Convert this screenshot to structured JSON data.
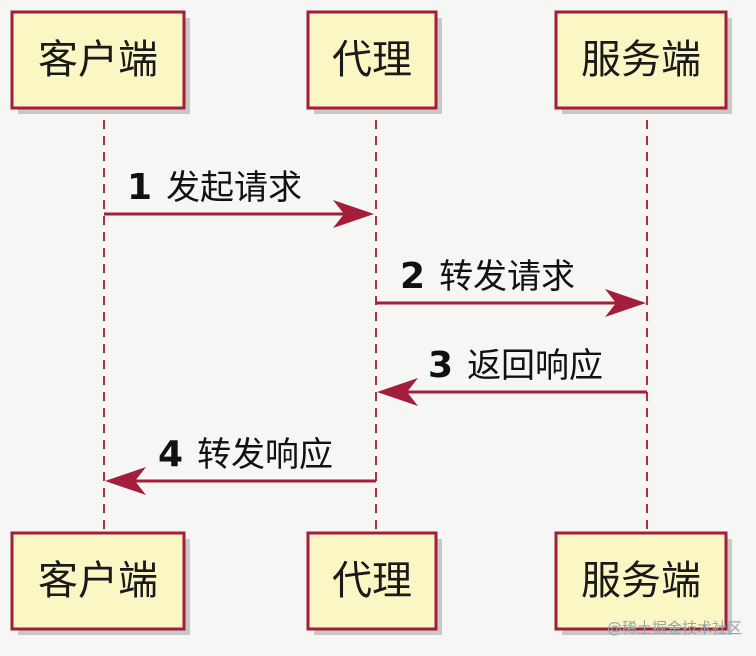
{
  "participants": [
    {
      "id": "client",
      "label": "客户端"
    },
    {
      "id": "proxy",
      "label": "代理"
    },
    {
      "id": "server",
      "label": "服务端"
    }
  ],
  "messages": [
    {
      "num": "1",
      "text": "发起请求",
      "from": "client",
      "to": "proxy"
    },
    {
      "num": "2",
      "text": "转发请求",
      "from": "proxy",
      "to": "server"
    },
    {
      "num": "3",
      "text": "返回响应",
      "from": "server",
      "to": "proxy"
    },
    {
      "num": "4",
      "text": "转发响应",
      "from": "proxy",
      "to": "client"
    }
  ],
  "colors": {
    "line": "#a41e3c",
    "box_fill": "#fbf7c4"
  },
  "watermark": "@稀土掘金技术社区"
}
